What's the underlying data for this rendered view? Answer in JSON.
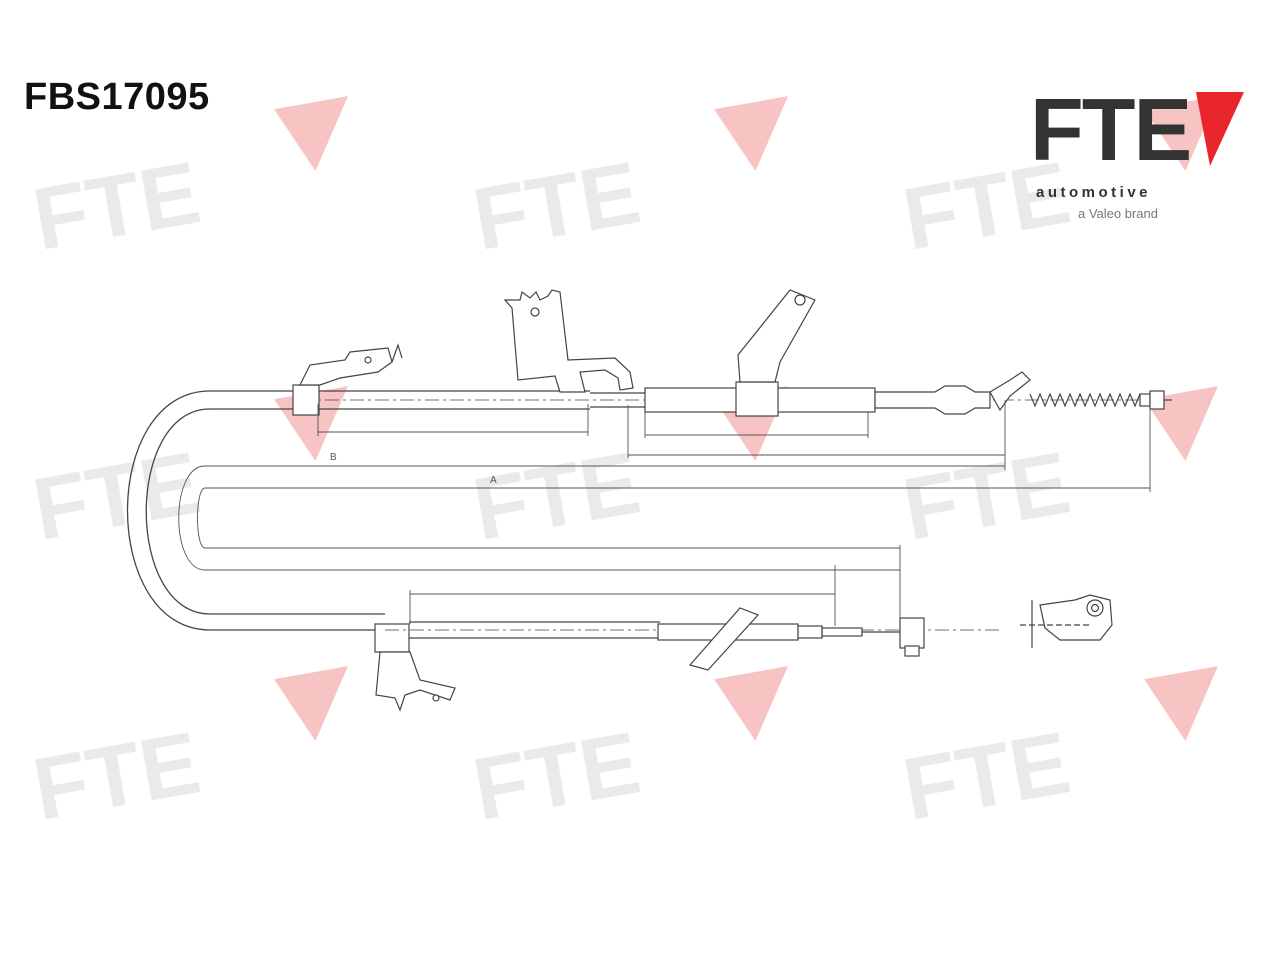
{
  "part_number": "FBS17095",
  "logo": {
    "wordmark": "FTE",
    "subtitle": "automotive",
    "brand_line": "a Valeo brand",
    "accent_color": "#e8262c",
    "text_color": "#333333"
  },
  "watermark": {
    "text": "FTE",
    "accent_color": "#f4a9a9"
  },
  "dimensions": {
    "label_b": "B",
    "label_a": "A"
  }
}
